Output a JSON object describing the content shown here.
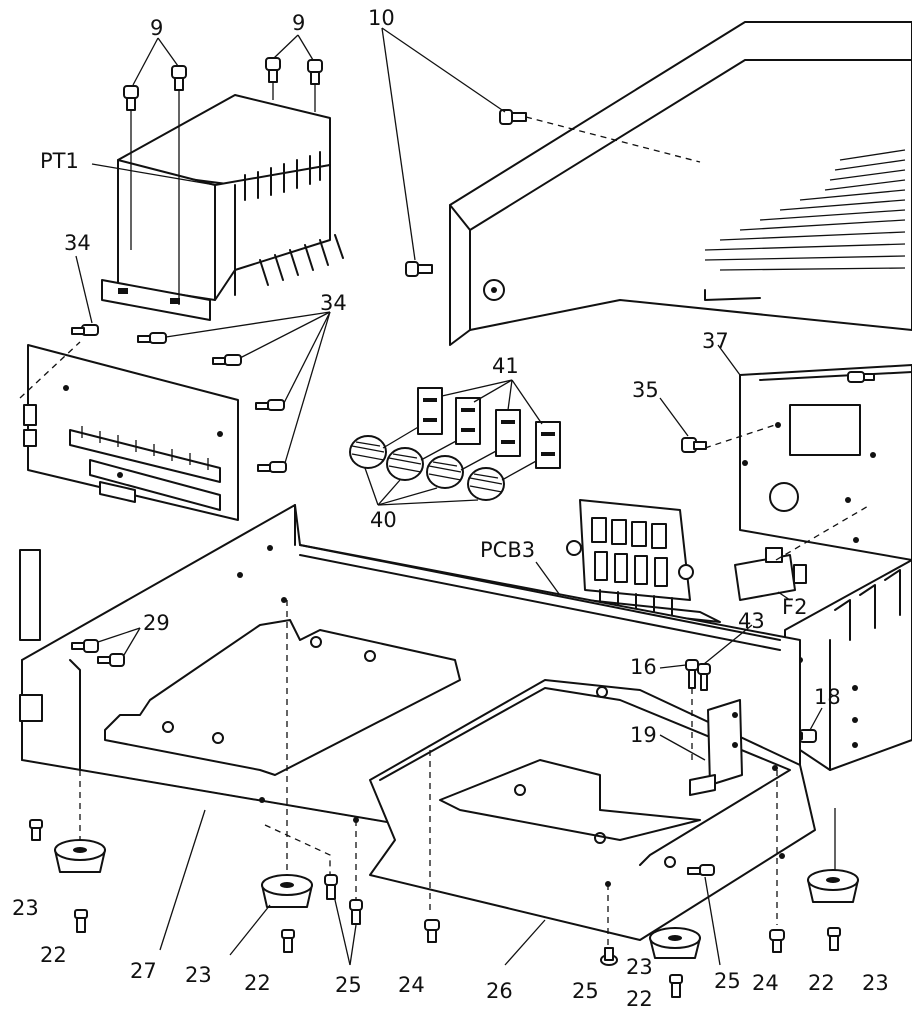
{
  "callouts": [
    {
      "id": "c9a",
      "text": "9"
    },
    {
      "id": "c9b",
      "text": "9"
    },
    {
      "id": "c10",
      "text": "10"
    },
    {
      "id": "cPT1",
      "text": "PT1"
    },
    {
      "id": "c34a",
      "text": "34"
    },
    {
      "id": "c34b",
      "text": "34"
    },
    {
      "id": "c41",
      "text": "41"
    },
    {
      "id": "c37",
      "text": "37"
    },
    {
      "id": "c35",
      "text": "35"
    },
    {
      "id": "c40",
      "text": "40"
    },
    {
      "id": "cPCB3",
      "text": "PCB3"
    },
    {
      "id": "cF2",
      "text": "F2"
    },
    {
      "id": "c29",
      "text": "29"
    },
    {
      "id": "c43",
      "text": "43"
    },
    {
      "id": "c16",
      "text": "16"
    },
    {
      "id": "c18",
      "text": "18"
    },
    {
      "id": "c19",
      "text": "19"
    },
    {
      "id": "c23a",
      "text": "23"
    },
    {
      "id": "c22a",
      "text": "22"
    },
    {
      "id": "c27",
      "text": "27"
    },
    {
      "id": "c23b",
      "text": "23"
    },
    {
      "id": "c22b",
      "text": "22"
    },
    {
      "id": "c25a",
      "text": "25"
    },
    {
      "id": "c24a",
      "text": "24"
    },
    {
      "id": "c26",
      "text": "26"
    },
    {
      "id": "c25b",
      "text": "25"
    },
    {
      "id": "c23c",
      "text": "23"
    },
    {
      "id": "c22c",
      "text": "22"
    },
    {
      "id": "c25c",
      "text": "25"
    },
    {
      "id": "c24b",
      "text": "24"
    },
    {
      "id": "c22d",
      "text": "22"
    },
    {
      "id": "c23d",
      "text": "23"
    }
  ]
}
